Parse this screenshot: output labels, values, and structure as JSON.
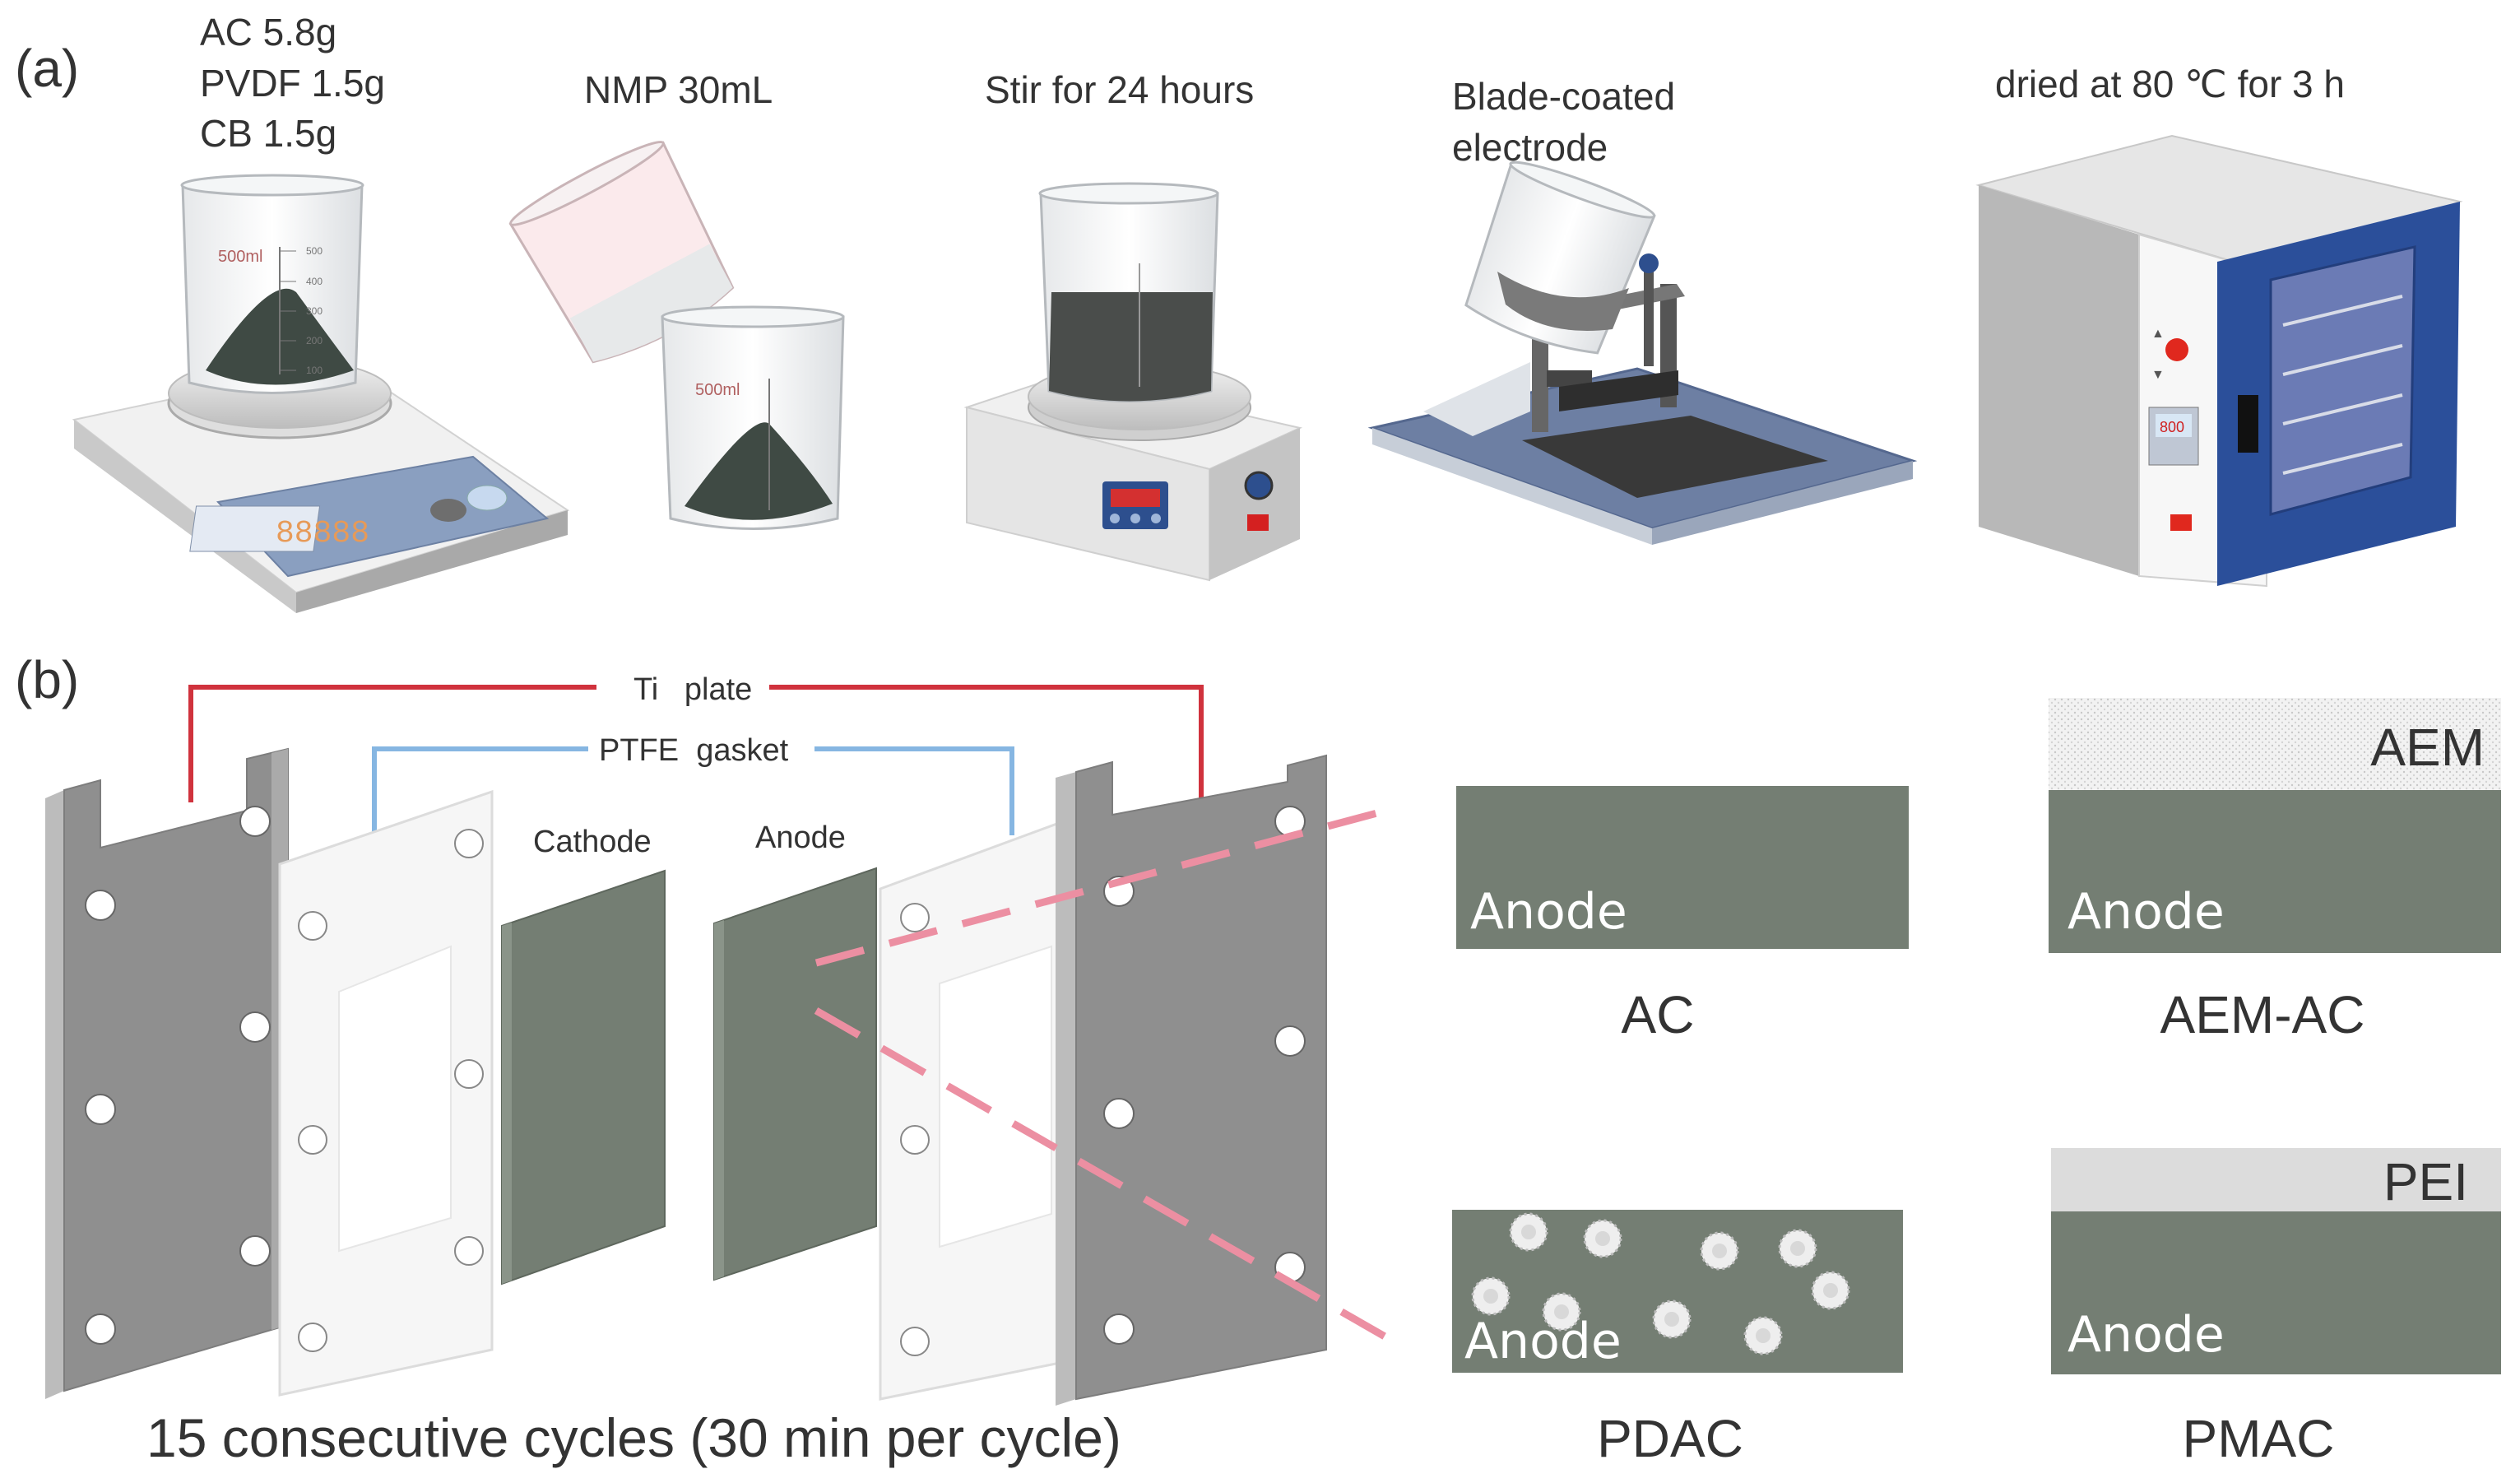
{
  "panel_a": {
    "label": "(a)",
    "ingredients": [
      "AC 5.8g",
      "PVDF 1.5g",
      "CB 1.5g"
    ],
    "step2": "NMP 30mL",
    "step3": "Stir for 24 hours",
    "step4_line1": "Blade-coated",
    "step4_line2": "electrode",
    "step5": "dried at 80 ℃ for 3 h",
    "beaker_volume": "500ml",
    "beaker_ticks": [
      "500",
      "400",
      "300",
      "200",
      "100"
    ],
    "scale_display": "88888",
    "oven_display": "800"
  },
  "panel_b": {
    "label": "(b)",
    "ti_plate": "Ti   plate",
    "ptfe_gasket": "PTFE  gasket",
    "cathode": "Cathode",
    "anode": "Anode",
    "caption": "15 consecutive cycles (30 min per cycle)"
  },
  "variants": {
    "ac": {
      "layer": "Anode",
      "name": "AC"
    },
    "aem_ac": {
      "coating": "AEM",
      "layer": "Anode",
      "name": "AEM-AC"
    },
    "pdac": {
      "layer": "Anode",
      "name": "PDAC"
    },
    "pmac": {
      "coating": "PEI",
      "layer": "Anode",
      "name": "PMAC"
    }
  },
  "colors": {
    "electrode": "#747e73",
    "ti_plate": "#8f8f8f",
    "ti_wire": "#d0323d",
    "ptfe_wire": "#86b6e2",
    "dash": "#ec8fa2",
    "oven_door": "#2b4f9a",
    "indicator_red": "#e0281e"
  }
}
